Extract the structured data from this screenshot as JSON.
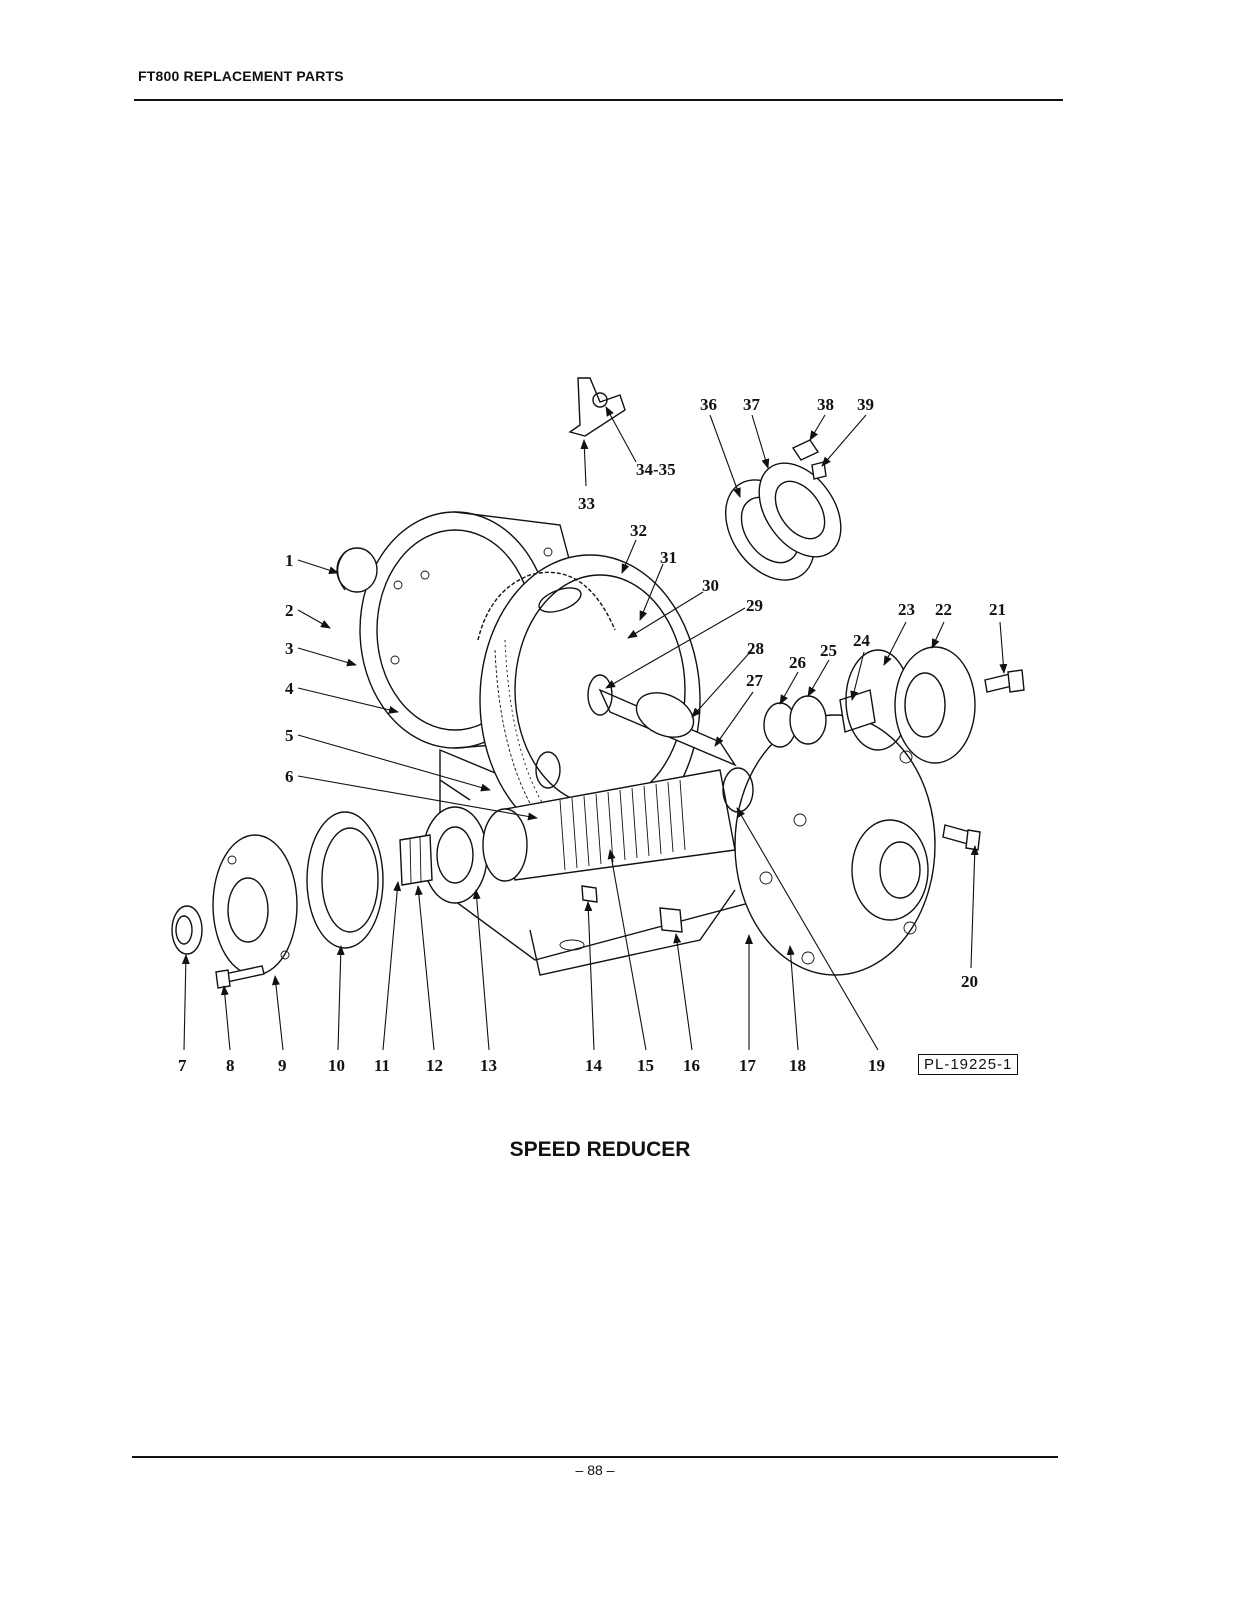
{
  "header": {
    "title": "FT800 REPLACEMENT PARTS"
  },
  "diagram": {
    "caption": "SPEED REDUCER",
    "plate_id": "PL-19225-1",
    "callouts": [
      "1",
      "2",
      "3",
      "4",
      "5",
      "6",
      "7",
      "8",
      "9",
      "10",
      "11",
      "12",
      "13",
      "14",
      "15",
      "16",
      "17",
      "18",
      "19",
      "20",
      "21",
      "22",
      "23",
      "24",
      "25",
      "26",
      "27",
      "28",
      "29",
      "30",
      "31",
      "32",
      "33",
      "34-35",
      "36",
      "37",
      "38",
      "39"
    ]
  },
  "footer": {
    "page_number": "– 88 –"
  }
}
